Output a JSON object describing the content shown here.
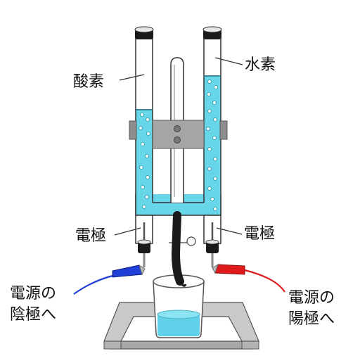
{
  "labels": {
    "oxygen": "酸素",
    "hydrogen": "水素",
    "electrode_left": "電極",
    "electrode_right": "電極",
    "cathode_line1": "電源の",
    "cathode_line2": "陰極へ",
    "anode_line1": "電源の",
    "anode_line2": "陽極へ"
  },
  "colors": {
    "solution": "#66d6e8",
    "beaker_liquid": "#5fd2ea",
    "stand": "#c9c9c9",
    "clamp": "#a6a6a6",
    "cathode_clip": "#1f3fd6",
    "anode_clip": "#e01a1a",
    "cathode_wire": "#1f3fd6",
    "anode_wire": "#e01a1a",
    "outline": "#333333"
  },
  "icons": [
    "blue-alligator-clip-icon",
    "red-alligator-clip-icon",
    "beaker-icon",
    "stopcock-icon"
  ]
}
